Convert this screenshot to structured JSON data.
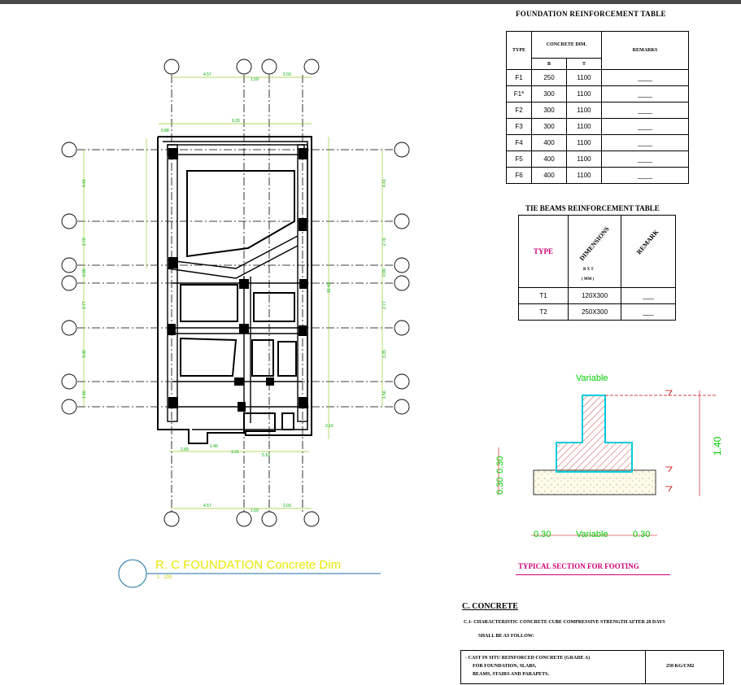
{
  "foundation_table": {
    "title": "FOUNDATION REINFORCEMENT TABLE",
    "col_type": "TYPE",
    "col_dim": "CONCRETE DIM.",
    "col_b": "B",
    "col_t": "T",
    "col_remarks": "REMARKS",
    "rows": [
      {
        "type": "F1",
        "b": "250",
        "t": "1100",
        "remarks": "____"
      },
      {
        "type": "F1*",
        "b": "300",
        "t": "1100",
        "remarks": "____"
      },
      {
        "type": "F2",
        "b": "300",
        "t": "1100",
        "remarks": "____"
      },
      {
        "type": "F3",
        "b": "300",
        "t": "1100",
        "remarks": "____"
      },
      {
        "type": "F4",
        "b": "400",
        "t": "1100",
        "remarks": "____"
      },
      {
        "type": "F5",
        "b": "400",
        "t": "1100",
        "remarks": "____"
      },
      {
        "type": "F6",
        "b": "400",
        "t": "1100",
        "remarks": "____"
      }
    ]
  },
  "tie_table": {
    "title": "TIE BEAMS REINFORCEMENT TABLE",
    "col_type": "TYPE",
    "col_dim": "DIMENSIONS",
    "col_bxt": "B X T",
    "col_mm": "( MM )",
    "col_remark": "REMARK",
    "rows": [
      {
        "type": "T1",
        "dim": "120X300",
        "remark": "___"
      },
      {
        "type": "T2",
        "dim": "250X300",
        "remark": "___"
      }
    ]
  },
  "section": {
    "title": "TYPICAL SECTION FOR FOOTING",
    "variable_top": "Variable",
    "variable_bottom": "Variable",
    "dim_left": "0.30",
    "dim_right": "0.30",
    "dim_vertical_a": "0.30",
    "dim_vertical_b": "0.30",
    "dim_height": "1.40"
  },
  "plan": {
    "title": "R. C FOUNDATION Concrete Dim",
    "scale": "1 : 100",
    "top_dims": [
      "4.57",
      "1.59",
      "2.03"
    ],
    "bottom_dims": [
      "4.57",
      "1.59",
      "2.03"
    ],
    "overall_width": "9.20",
    "left_dims": [
      "4.41",
      "2.76",
      "0.99",
      "2.77",
      "3.36",
      "1.56"
    ],
    "right_dims": [
      "4.41",
      "2.76",
      "0.99",
      "2.77",
      "3.35",
      "1.56"
    ],
    "overall_height": "16.43",
    "bottom_row_dims": [
      "2.89",
      "1.46",
      "1.21",
      "5.10"
    ],
    "misc_dims": [
      "0.88",
      "2.16"
    ]
  },
  "concrete": {
    "heading": "C. CONCRETE",
    "item": "C.1- CHARACTERISTIC CONCRETE CUBE COMPRESSIVE STRENGTH AFTER 28 DAYS",
    "follow": "SHALL BE AS FOLLOW:",
    "line1": "- CAST IN SITU REINFORCED CONCRETE (GRADE A)",
    "line2": "FOR FOUNDATION, SLABS,",
    "line3": "BEAMS, STAIRS AND PARAPETS.",
    "value": "250 KG/CM2"
  },
  "colors": {
    "accent_green": "#00cc00",
    "accent_cyan": "#00ccdd",
    "accent_magenta": "#cc0077",
    "dim_yellow": "#d8d800"
  }
}
